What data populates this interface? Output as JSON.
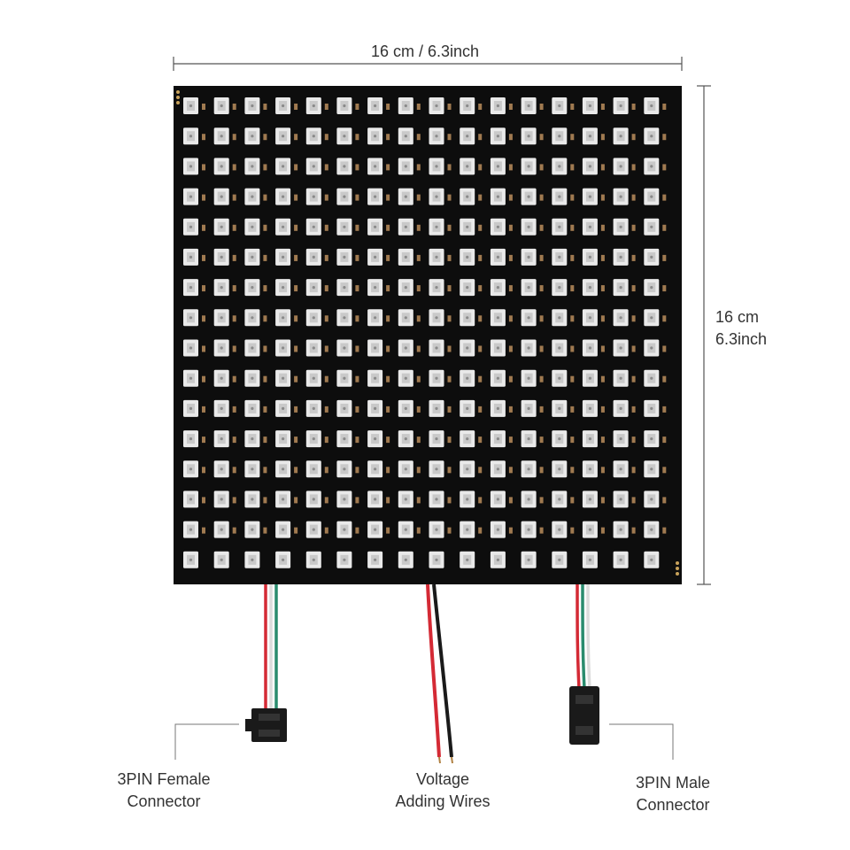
{
  "dimensions": {
    "width_label": "16 cm / 6.3inch",
    "height_label_line1": "16 cm",
    "height_label_line2": "6.3inch"
  },
  "panel": {
    "rows": 16,
    "cols": 16,
    "board_color": "#0d0d0d",
    "led_color": "#e9e9e9"
  },
  "callouts": {
    "female_line1": "3PIN Female",
    "female_line2": "Connector",
    "wires_line1": "Voltage",
    "wires_line2": "Adding Wires",
    "male_line1": "3PIN Male",
    "male_line2": "Connector"
  },
  "wire_colors": {
    "red": "#d42a35",
    "white": "#dcdcdc",
    "green": "#2a8c6e",
    "black": "#1a1a1a"
  }
}
